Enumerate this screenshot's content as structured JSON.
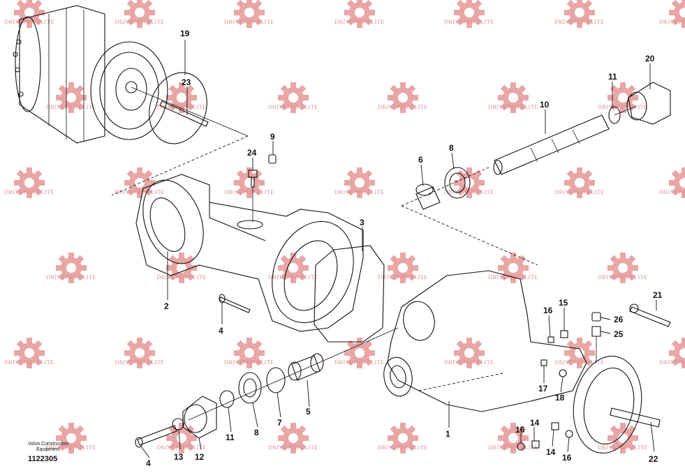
{
  "watermark": {
    "text": "DRIVEPRO ELITE"
  },
  "footer": {
    "credit_line1": "Volvo Construction",
    "credit_line2": "Equipment",
    "doc_id": "1122305"
  },
  "callouts": {
    "c1": "1",
    "c2": "2",
    "c3": "3",
    "c4a": "4",
    "c4b": "4",
    "c5": "5",
    "c6": "6",
    "c7": "7",
    "c8a": "8",
    "c8b": "8",
    "c9": "9",
    "c10": "10",
    "c11a": "11",
    "c11b": "11",
    "c12": "12",
    "c13": "13",
    "c14a": "14",
    "c14b": "14",
    "c15": "15",
    "c16a": "16",
    "c16b": "16",
    "c16c": "16",
    "c17": "17",
    "c18": "18",
    "c19": "19",
    "c20": "20",
    "c21": "21",
    "c22": "22",
    "c23": "23",
    "c24": "24",
    "c25": "25",
    "c26": "26"
  },
  "colors": {
    "watermark": "#e9a6a6",
    "line": "#111111",
    "background": "#ffffff"
  }
}
